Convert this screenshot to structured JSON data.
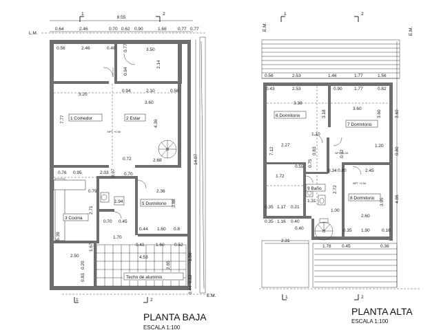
{
  "planta_baja": {
    "title": "PLANTA BAJA",
    "scale": "ESCALA 1:100",
    "lm": "L.M.",
    "em": "E.M.",
    "total_width": "8.55",
    "total_depth": "14.07",
    "dims_top": [
      "0.64",
      "2.46",
      "0.70",
      "0.62",
      "0.90",
      "1.68",
      "0.77",
      "0.77"
    ],
    "rooms": {
      "comedor": "1 Comedor",
      "estar": "2 Estar",
      "cocina": "3 Cocina",
      "dormitorio": "5 Dormitorio",
      "techo": "Techo de aluminio"
    },
    "npt": "NPT +0.00",
    "dims": {
      "d056": "0.56",
      "d246": "2.46",
      "d040": "0.40",
      "d350": "3.50",
      "d077": "0.77",
      "d094": "0.94",
      "d214": "2.14",
      "d320": "3.20",
      "d094b": "0.94",
      "d210": "2.10",
      "d056b": "0.56",
      "d360": "3.60",
      "d777": "7.77",
      "d436": "4.36",
      "d072": "0.72",
      "d268": "2.68",
      "d076": "0.76",
      "d095": "0.95",
      "d203": "2.03",
      "d070": "0.70",
      "d097": "0.97",
      "d079": "0.79",
      "d236": "2.36",
      "d194": "1.94",
      "d271": "2.71",
      "d388": "3.88",
      "d070b": "0.70",
      "d045": "0.45",
      "d044": "0.44",
      "d160": "1.60",
      "d08": "0.8",
      "d170": "1.70",
      "d539": "5.39",
      "d167": "1.67",
      "d041": "0.41",
      "d160b": "1.60",
      "d052": "0.52",
      "d250": "2.50",
      "d453": "4.53",
      "d265": "2.65",
      "d156": "1.56",
      "d020": "0.20",
      "d083": "0.83",
      "d044b": "0.44",
      "d052b": "0.52"
    },
    "section_marks": [
      "1",
      "2",
      "1",
      "2"
    ]
  },
  "planta_alta": {
    "title": "PLANTA ALTA",
    "scale": "ESCALA 1:100",
    "em_left": "E.M.",
    "em_right": "E.M.",
    "rooms": {
      "dorm6": "6 Dormitorio",
      "dorm7": "7 Dormitorio",
      "bano": "9 Baño",
      "dorm8": "8 Dormitorio"
    },
    "npt1": "NPT +3.33",
    "npt2": "NPT +3.50",
    "dims": {
      "d056": "0.56",
      "d253": "2.53",
      "d146": "1.46",
      "d177": "1.77",
      "d156": "1.56",
      "d043": "0.43",
      "d253b": "2.53",
      "d090": "0.90",
      "d177b": "1.77",
      "d082": "0.82",
      "d338": "3.38",
      "d318": "3.18",
      "d360": "3.60",
      "d360b": "3.60",
      "d360c": "3.60",
      "d110": "1.10",
      "d227": "2.27",
      "d712": "7.12",
      "d083": "0.83",
      "d120": "1.20",
      "d080": "0.80",
      "d055": "0.55",
      "d075": "0.75",
      "d092": "0.92",
      "d245": "2.45",
      "d034": "0.34",
      "d080b": "0.80",
      "d172": "1.72",
      "d272": "2.72",
      "d395": "3.95",
      "d486": "4.86",
      "d131": "1.31",
      "d035": "0.35",
      "d117": "1.17",
      "d021": "0.21",
      "d100": "1.00",
      "d260": "2.60",
      "d035b": "0.35",
      "d116": "1.16",
      "d040": "0.40",
      "d040b": "0.40",
      "d035c": "0.35",
      "d190": "1.90",
      "d016": "0.16",
      "d231": "2.31",
      "d178": "1.78",
      "d045": "0.45",
      "d036": "0.36"
    },
    "section_marks": [
      "1",
      "2",
      "1",
      "2"
    ]
  }
}
